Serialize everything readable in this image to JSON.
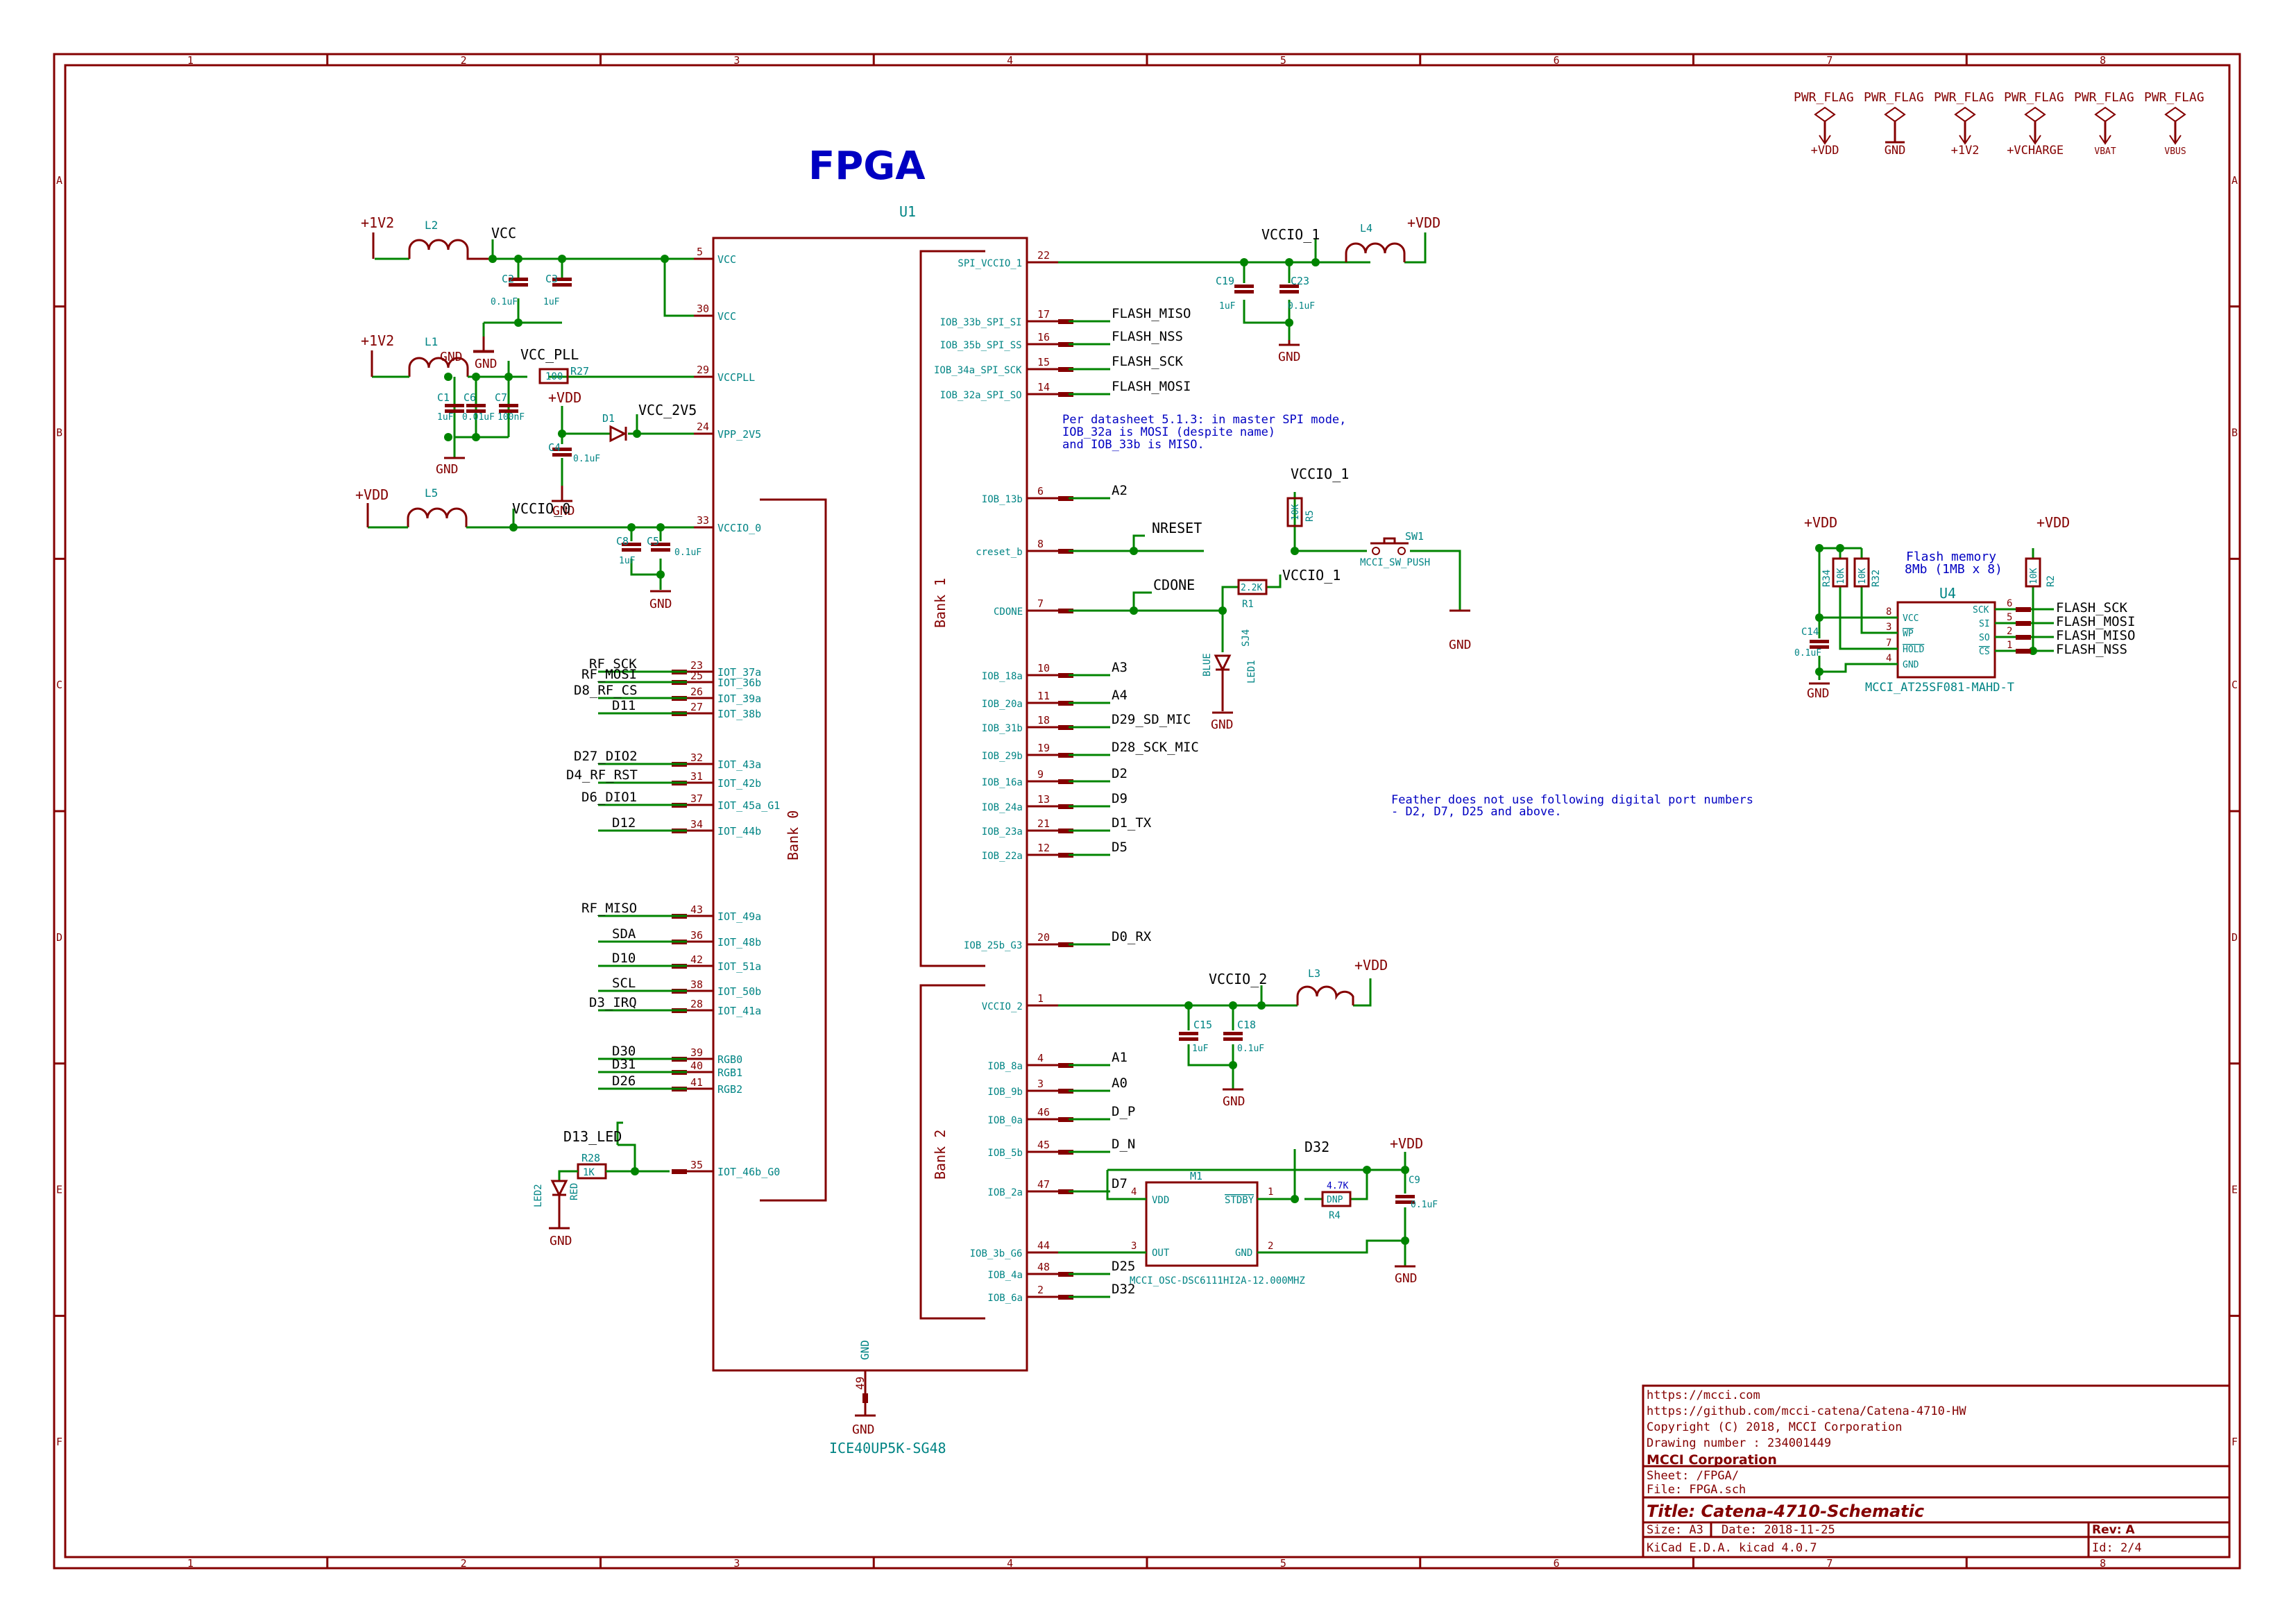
{
  "sheet": {
    "columns": [
      "1",
      "2",
      "3",
      "4",
      "5",
      "6",
      "7",
      "8"
    ],
    "rows": [
      "A",
      "B",
      "C",
      "D",
      "E",
      "F"
    ],
    "heading": "FPGA",
    "colors": {
      "frame": "#840000",
      "wire": "#008400",
      "ref": "#008484",
      "note": "#0000c2",
      "net": "#000000"
    }
  },
  "power_flags": [
    {
      "label": "PWR_FLAG",
      "net": "+VDD"
    },
    {
      "label": "PWR_FLAG",
      "net": "GND"
    },
    {
      "label": "PWR_FLAG",
      "net": "+1V2"
    },
    {
      "label": "PWR_FLAG",
      "net": "+VCHARGE"
    },
    {
      "label": "PWR_FLAG",
      "net": "VBAT"
    },
    {
      "label": "PWR_FLAG",
      "net": "VBUS"
    }
  ],
  "u1": {
    "ref": "U1",
    "part": "ICE40UP5K-SG48",
    "bank0": "Bank 0",
    "bank1": "Bank 1",
    "bank2": "Bank 2",
    "gnd_pin": {
      "num": "49",
      "name": "GND"
    },
    "power_pins": [
      {
        "num": "5",
        "name": "VCC"
      },
      {
        "num": "30",
        "name": "VCC"
      },
      {
        "num": "29",
        "name": "VCCPLL"
      },
      {
        "num": "24",
        "name": "VPP_2V5"
      },
      {
        "num": "33",
        "name": "VCCIO_0"
      }
    ],
    "bank0_pins": [
      {
        "num": "23",
        "name": "IOT_37a",
        "net": "RF_SCK"
      },
      {
        "num": "25",
        "name": "IOT_36b",
        "net": "RF_MOSI"
      },
      {
        "num": "26",
        "name": "IOT_39a",
        "net": "D8_RF_CS"
      },
      {
        "num": "27",
        "name": "IOT_38b",
        "net": "D11"
      },
      {
        "num": "32",
        "name": "IOT_43a",
        "net": "D27_DIO2"
      },
      {
        "num": "31",
        "name": "IOT_42b",
        "net": "D4_RF_RST"
      },
      {
        "num": "37",
        "name": "IOT_45a_G1",
        "net": "D6_DIO1"
      },
      {
        "num": "34",
        "name": "IOT_44b",
        "net": "D12"
      },
      {
        "num": "43",
        "name": "IOT_49a",
        "net": "RF_MISO"
      },
      {
        "num": "36",
        "name": "IOT_48b",
        "net": "SDA"
      },
      {
        "num": "42",
        "name": "IOT_51a",
        "net": "D10"
      },
      {
        "num": "38",
        "name": "IOT_50b",
        "net": "SCL"
      },
      {
        "num": "28",
        "name": "IOT_41a",
        "net": "D3_IRQ"
      },
      {
        "num": "39",
        "name": "RGB0",
        "net": "D30"
      },
      {
        "num": "40",
        "name": "RGB1",
        "net": "D31"
      },
      {
        "num": "41",
        "name": "RGB2",
        "net": "D26"
      },
      {
        "num": "35",
        "name": "IOT_46b_G0",
        "net": "D13_LED"
      }
    ],
    "bank1_pins": [
      {
        "num": "22",
        "name": "SPI_VCCIO_1",
        "net": "VCCIO_1"
      },
      {
        "num": "17",
        "name": "IOB_33b_SPI_SI",
        "net": "FLASH_MISO"
      },
      {
        "num": "16",
        "name": "IOB_35b_SPI_SS",
        "net": "FLASH_NSS"
      },
      {
        "num": "15",
        "name": "IOB_34a_SPI_SCK",
        "net": "FLASH_SCK"
      },
      {
        "num": "14",
        "name": "IOB_32a_SPI_SO",
        "net": "FLASH_MOSI"
      },
      {
        "num": "6",
        "name": "IOB_13b",
        "net": "A2"
      },
      {
        "num": "8",
        "name": "creset_b",
        "net": "NRESET"
      },
      {
        "num": "7",
        "name": "CDONE",
        "net": "CDONE"
      },
      {
        "num": "10",
        "name": "IOB_18a",
        "net": "A3"
      },
      {
        "num": "11",
        "name": "IOB_20a",
        "net": "A4"
      },
      {
        "num": "18",
        "name": "IOB_31b",
        "net": "D29_SD_MIC"
      },
      {
        "num": "19",
        "name": "IOB_29b",
        "net": "D28_SCK_MIC"
      },
      {
        "num": "9",
        "name": "IOB_16a",
        "net": "D2"
      },
      {
        "num": "13",
        "name": "IOB_24a",
        "net": "D9"
      },
      {
        "num": "21",
        "name": "IOB_23a",
        "net": "D1_TX"
      },
      {
        "num": "12",
        "name": "IOB_22a",
        "net": "D5"
      },
      {
        "num": "20",
        "name": "IOB_25b_G3",
        "net": "D0_RX"
      }
    ],
    "bank2_pins": [
      {
        "num": "1",
        "name": "VCCIO_2",
        "net": "VCCIO_2"
      },
      {
        "num": "4",
        "name": "IOB_8a",
        "net": "A1"
      },
      {
        "num": "3",
        "name": "IOB_9b",
        "net": "A0"
      },
      {
        "num": "46",
        "name": "IOB_0a",
        "net": "D_P"
      },
      {
        "num": "45",
        "name": "IOB_5b",
        "net": "D_N"
      },
      {
        "num": "47",
        "name": "IOB_2a",
        "net": "D7"
      },
      {
        "num": "44",
        "name": "IOB_3b_G6",
        "net": ""
      },
      {
        "num": "48",
        "name": "IOB_4a",
        "net": "D25"
      },
      {
        "num": "2",
        "name": "IOB_6a",
        "net": "D32"
      }
    ]
  },
  "passives": {
    "L2": "L2",
    "L1": "L1",
    "L5": "L5",
    "L4": "L4",
    "L3": "L3",
    "C2": {
      "ref": "C2",
      "val": "0.1uF"
    },
    "C3": {
      "ref": "C3",
      "val": "1uF"
    },
    "C1": {
      "ref": "C1",
      "val": "1uF"
    },
    "C6": {
      "ref": "C6",
      "val": "0.01uF"
    },
    "C7": {
      "ref": "C7",
      "val": "100nF"
    },
    "C4": {
      "ref": "C4",
      "val": "0.1uF"
    },
    "C8": {
      "ref": "C8",
      "val": "1uF"
    },
    "C5": {
      "ref": "C5",
      "val": "0.1uF"
    },
    "C19": {
      "ref": "C19",
      "val": "1uF"
    },
    "C23": {
      "ref": "C23",
      "val": "0.1uF"
    },
    "C15": {
      "ref": "C15",
      "val": "1uF"
    },
    "C18": {
      "ref": "C18",
      "val": "0.1uF"
    },
    "C9": {
      "ref": "C9",
      "val": "0.1uF"
    },
    "C14": {
      "ref": "C14",
      "val": "0.1uF"
    },
    "R27": {
      "ref": "R27",
      "val": "100"
    },
    "R28": {
      "ref": "R28",
      "val": "1K"
    },
    "R5": {
      "ref": "R5",
      "val": "10K"
    },
    "R1": {
      "ref": "R1",
      "val": "2.2K"
    },
    "R4": {
      "ref": "R4",
      "val": "DNP",
      "alt": "4.7K"
    },
    "R34": {
      "ref": "R34",
      "val": "10K"
    },
    "R32": {
      "ref": "R32",
      "val": "10K"
    },
    "R2": {
      "ref": "R2",
      "val": "10K"
    },
    "D1": "D1",
    "LED2": {
      "ref": "LED2",
      "val": "RED"
    },
    "LED1": {
      "ref": "LED1",
      "val": "BLUE"
    },
    "SJ4": "SJ4",
    "SW1": {
      "ref": "SW1",
      "val": "MCCI_SW_PUSH"
    }
  },
  "nets": {
    "vcc": "VCC",
    "vcc_pll": "VCC_PLL",
    "vcc_2v5": "VCC_2V5",
    "vccio_0": "VCCIO_0",
    "vccio_1": "VCCIO_1",
    "vccio_2": "VCCIO_2",
    "p1v2": "+1V2",
    "vdd": "+VDD",
    "gnd": "GND",
    "nreset": "NRESET",
    "cdone": "CDONE",
    "d13": "D13_LED",
    "d32": "D32"
  },
  "m1": {
    "ref": "M1",
    "part": "MCCI_OSC-DSC6111HI2A-12.000MHZ",
    "pins": [
      {
        "num": "4",
        "name": "VDD"
      },
      {
        "num": "1",
        "name": "STDBY"
      },
      {
        "num": "3",
        "name": "OUT"
      },
      {
        "num": "2",
        "name": "GND"
      }
    ]
  },
  "u4": {
    "ref": "U4",
    "part": "MCCI_AT25SF081-MAHD-T",
    "note1": "Flash memory",
    "note2": "8Mb (1MB x 8)",
    "left_pins": [
      {
        "num": "8",
        "name": "VCC"
      },
      {
        "num": "3",
        "name": "WP"
      },
      {
        "num": "7",
        "name": "HOLD"
      },
      {
        "num": "4",
        "name": "GND"
      }
    ],
    "right_pins": [
      {
        "num": "6",
        "name": "SCK",
        "net": "FLASH_SCK"
      },
      {
        "num": "5",
        "name": "SI",
        "net": "FLASH_MOSI"
      },
      {
        "num": "2",
        "name": "SO",
        "net": "FLASH_MISO"
      },
      {
        "num": "1",
        "name": "CS",
        "net": "FLASH_NSS"
      }
    ]
  },
  "notes": {
    "spi": [
      "Per datasheet 5.1.3: in master SPI mode,",
      "IOB_32a is MOSI (despite name)",
      "and IOB_33b is MISO."
    ],
    "feather": [
      "Feather does not use following digital port numbers",
      "- D2, D7, D25 and above."
    ]
  },
  "title_block": {
    "lines": [
      "https://mcci.com",
      "https://github.com/mcci-catena/Catena-4710-HW",
      "Copyright (C) 2018, MCCI Corporation",
      "Drawing number : 234001449"
    ],
    "company": "MCCI Corporation",
    "sheet": "Sheet: /FPGA/",
    "file": "File: FPGA.sch",
    "title": "Title: Catena-4710-Schematic",
    "size": "Size: A3",
    "date": "Date: 2018-11-25",
    "rev": "Rev: A",
    "tool": "KiCad E.D.A.  kicad 4.0.7",
    "id": "Id: 2/4"
  }
}
